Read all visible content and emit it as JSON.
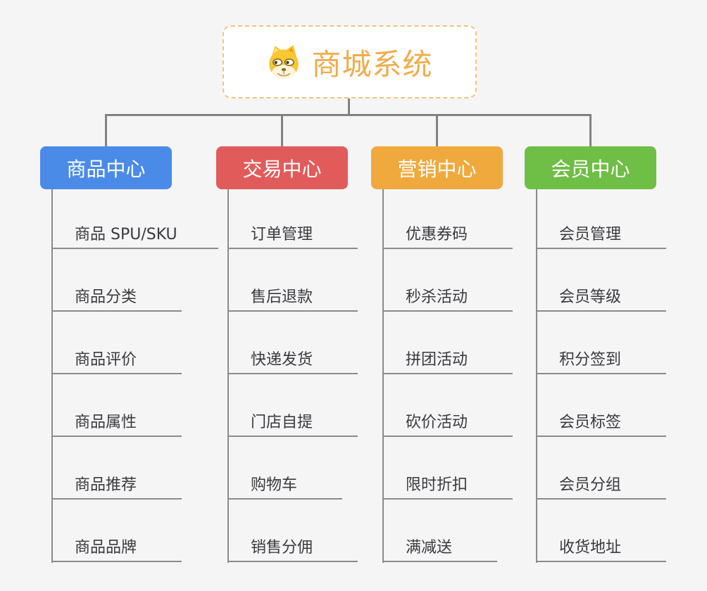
{
  "root": {
    "title": "商城系统",
    "icon": "doge-icon",
    "border_color": "#f3c37a",
    "text_color": "#f0ac4a"
  },
  "style": {
    "background_color": "#f5f5f6",
    "connector_color": "#828282",
    "underline_color": "#8b8b8b",
    "item_text_color": "#3a3a3e"
  },
  "branches": [
    {
      "label": "商品中心",
      "color": "#4a8be8",
      "items": [
        "商品 SPU/SKU",
        "商品分类",
        "商品评价",
        "商品属性",
        "商品推荐",
        "商品品牌"
      ]
    },
    {
      "label": "交易中心",
      "color": "#e25b5b",
      "items": [
        "订单管理",
        "售后退款",
        "快递发货",
        "门店自提",
        "购物车",
        "销售分佣"
      ]
    },
    {
      "label": "营销中心",
      "color": "#efa93c",
      "items": [
        "优惠券码",
        "秒杀活动",
        "拼团活动",
        "砍价活动",
        "限时折扣",
        "满减送"
      ]
    },
    {
      "label": "会员中心",
      "color": "#6fbe45",
      "items": [
        "会员管理",
        "会员等级",
        "积分签到",
        "会员标签",
        "会员分组",
        "收货地址"
      ]
    }
  ]
}
